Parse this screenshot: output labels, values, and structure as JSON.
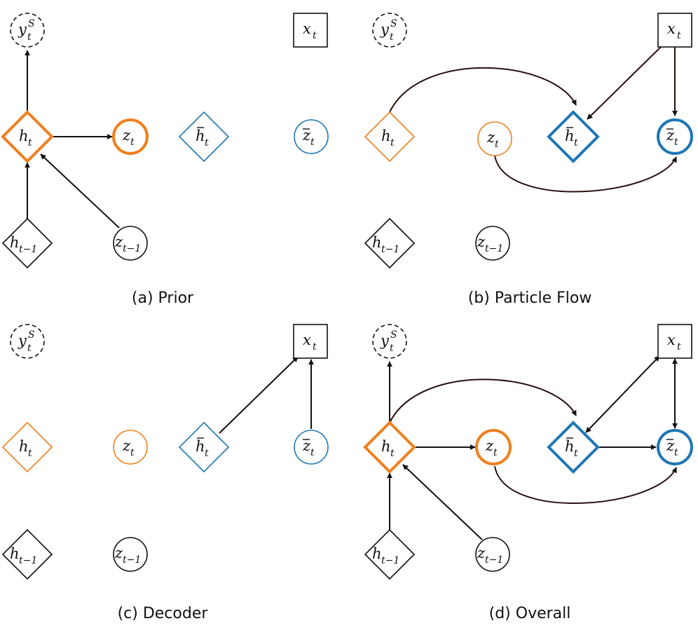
{
  "colors": {
    "orange": "#f07f1e",
    "blue": "#1f77b4",
    "black": "#111111"
  },
  "captions": {
    "a": "(a) Prior",
    "b": "(b) Particle Flow",
    "c": "(c) Decoder",
    "d": "(d) Overall"
  },
  "symbols": {
    "y": "y",
    "y_sub": "t",
    "y_sup": "S",
    "x": "x",
    "x_sub": "t",
    "h": "h",
    "h_sub": "t",
    "hprev_sub": "t−1",
    "z": "z",
    "z_sub": "t",
    "zprev_sub": "t−1"
  }
}
